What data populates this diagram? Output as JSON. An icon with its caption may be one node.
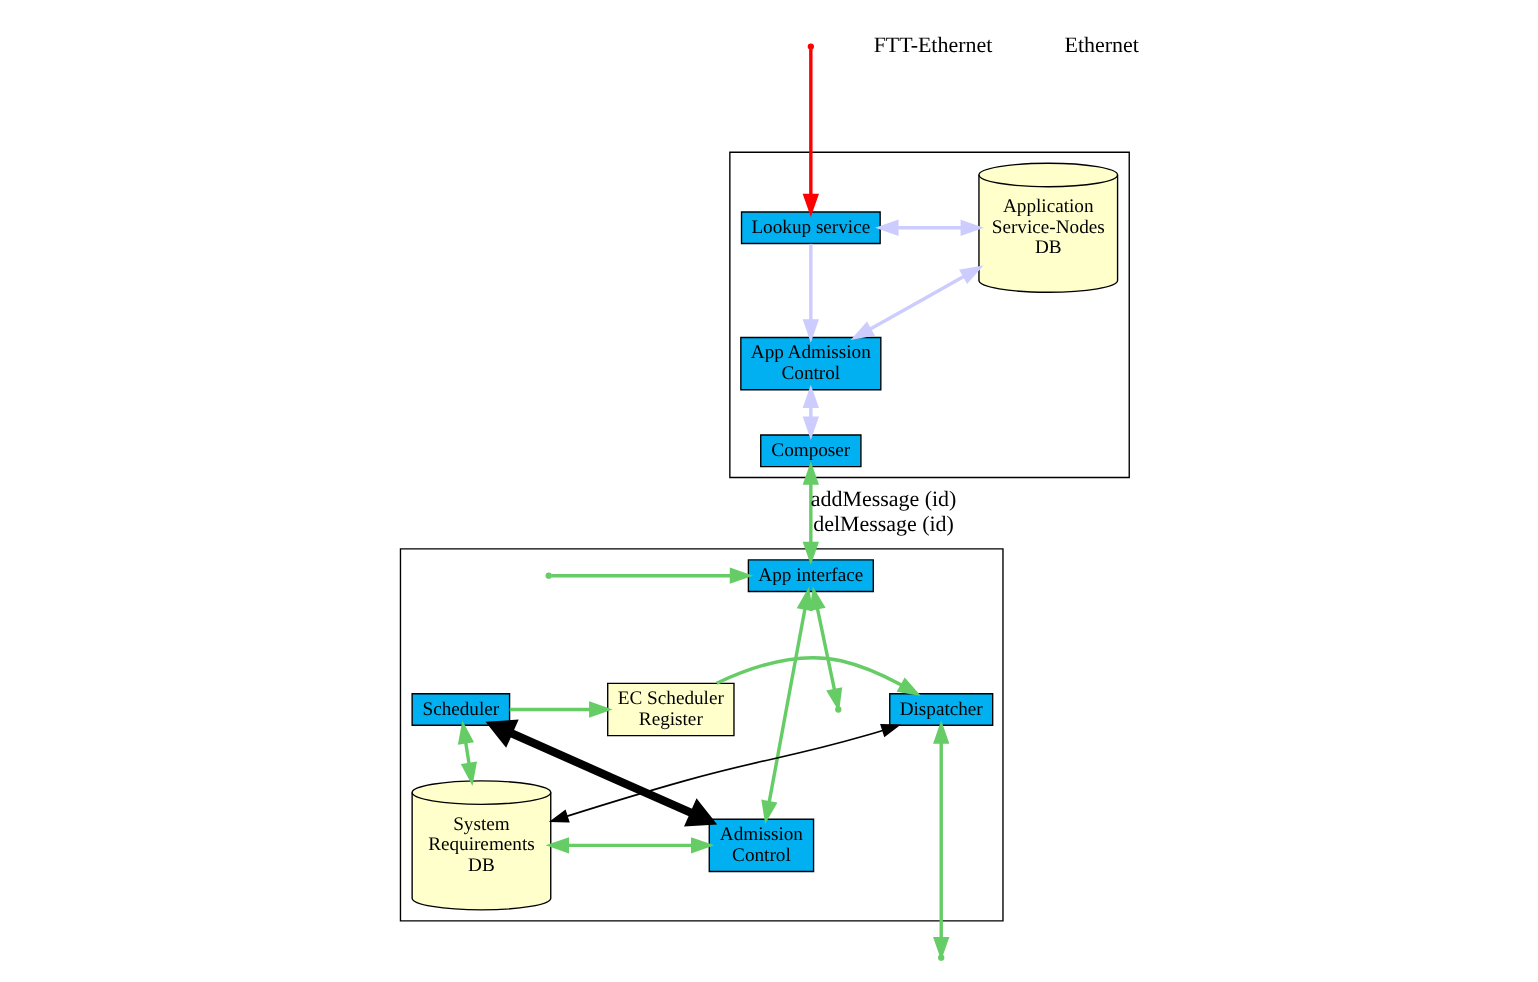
{
  "diagram": {
    "nodes": [
      {
        "text": [],
        "shape": "box"
      },
      {
        "text": [
          "Application Service-Nodes DB"
        ],
        "in": 0
      },
      {
        "text": [
          "Lookup service"
        ],
        "in": 0
      },
      {
        "text": [
          "App Admission Control"
        ],
        "in": 0
      },
      {
        "text": [
          "Composer"
        ],
        "in": 0
      },
      {
        "text": [],
        "shape": "box"
      },
      {
        "text": [
          "App interface"
        ],
        "in": 5
      },
      {
        "text": [
          "System Requirements DB"
        ],
        "in": 5
      },
      {
        "text": [
          "Admission Control"
        ],
        "in": 5
      },
      {
        "text": [
          "Scheduler"
        ],
        "in": 5
      },
      {
        "text": [
          "EC Scheduler Register"
        ],
        "in": 5
      },
      {
        "text": [
          "Dispatcher"
        ],
        "in": 5
      }
    ],
    "edges": [
      {
        "from": null,
        "to": 2,
        "arrow": "to",
        "color": "#ff0000"
      },
      {
        "from": 1,
        "to": 2,
        "arrow": "both",
        "color": "#ccccff"
      },
      {
        "from": 1,
        "to": 3,
        "arrow": "both",
        "color": "#ccccff"
      },
      {
        "from": 2,
        "to": 3,
        "arrow": "to",
        "color": "#ccccff"
      },
      {
        "from": 3,
        "to": 4,
        "arrow": "both",
        "color": "#ccccff"
      },
      {
        "from": 4,
        "to": 6,
        "arrow": "both",
        "label": "addMessage (id) delMessage (id)"
      },
      {
        "from": null,
        "to": 6,
        "arrow": "to"
      },
      {
        "from": 6,
        "to": 8,
        "arrow": "both"
      },
      {
        "from": 7,
        "to": 8,
        "arrow": "both"
      },
      {
        "from": 7,
        "to": 9,
        "arrow": "both"
      },
      {
        "from": 9,
        "to": 8,
        "arrow": "both",
        "style": "thick",
        "color": "#000000"
      },
      {
        "from": 9,
        "to": 10,
        "arrow": "to"
      },
      {
        "from": 10,
        "to": 11,
        "arrow": "to"
      },
      {
        "from": 11,
        "to": 7,
        "arrow": "both",
        "color": "#000000"
      },
      {
        "from": 11,
        "to": null,
        "arrow": "both"
      },
      {
        "from": 6,
        "to": null,
        "arrow": "both"
      }
    ],
    "labels": [
      "FTT-Ethernet",
      "Ethernet"
    ]
  }
}
